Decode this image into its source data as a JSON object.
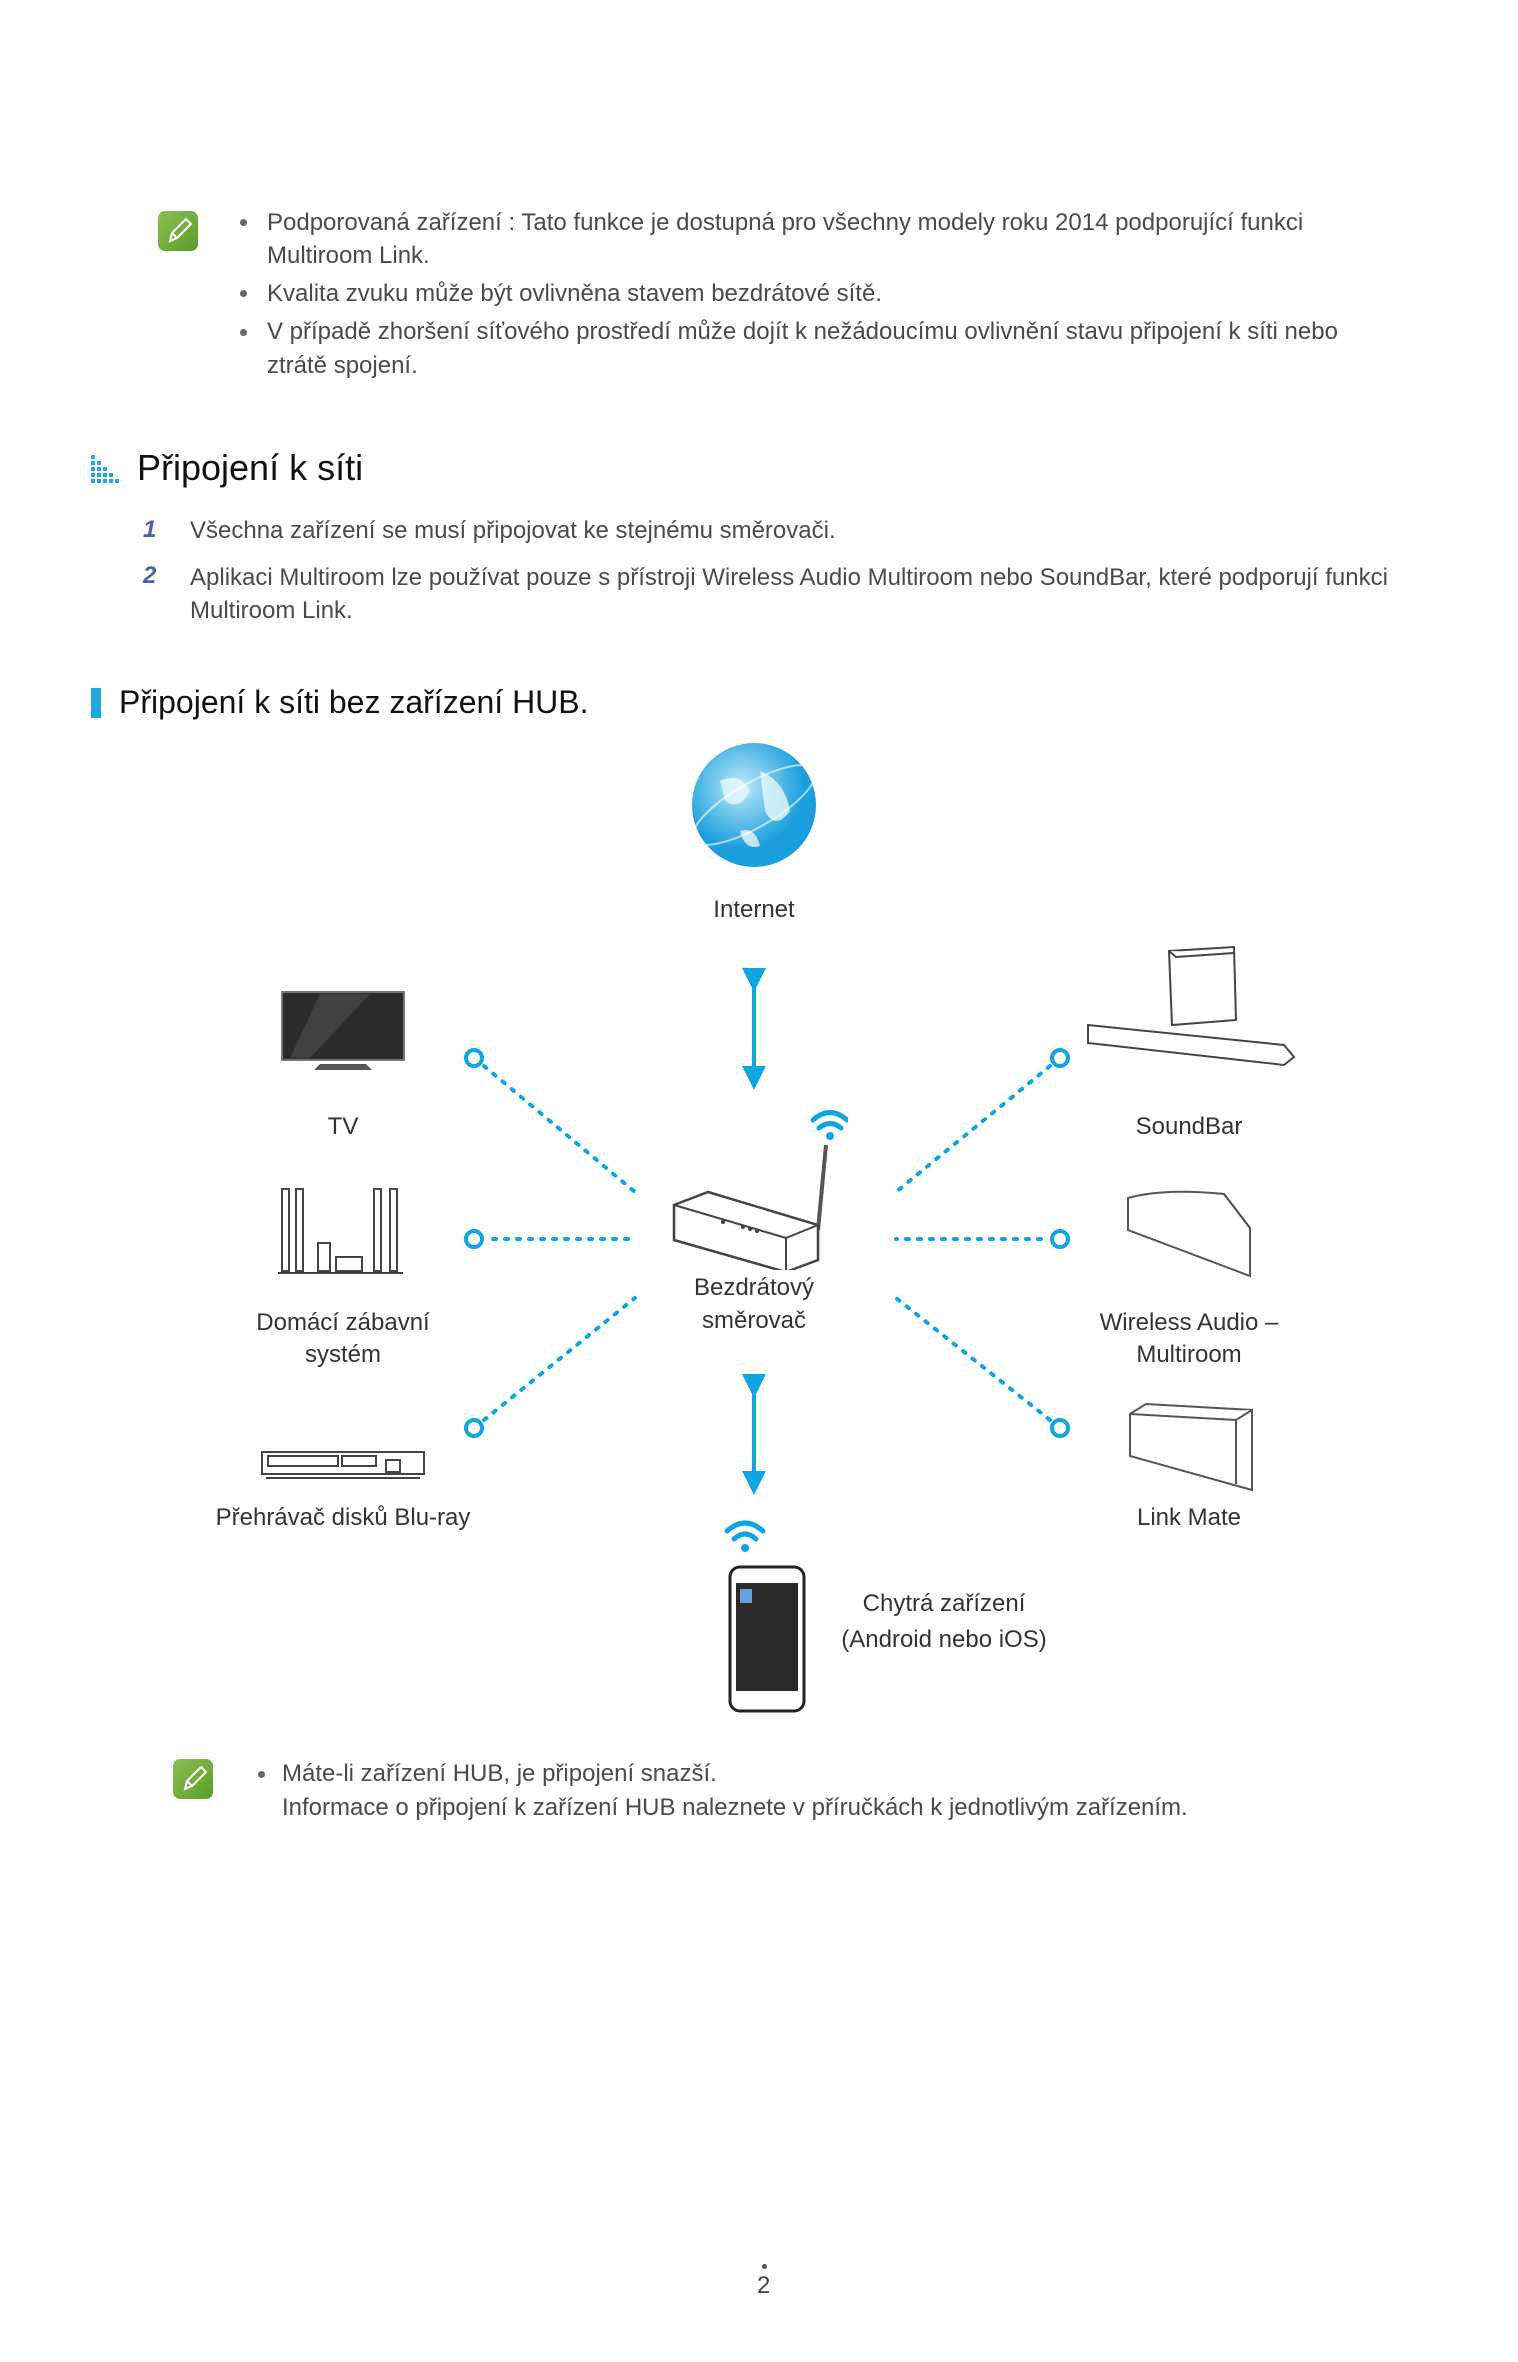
{
  "note1": {
    "icon": "note-pencil-icon",
    "bullets": [
      [
        "Podporovaná zařízení : Tato funkce je dostupná pro všechny modely roku 2014 podporující funkci",
        "Multiroom Link."
      ],
      [
        "Kvalita zvuku může být ovlivněna stavem bezdrátové sítě."
      ],
      [
        "V případě zhoršení síťového prostředí může dojít k nežádoucímu ovlivnění stavu připojení k síti nebo",
        "ztrátě spojení."
      ]
    ]
  },
  "section": {
    "title": "Připojení k síti",
    "steps": [
      {
        "num": "1",
        "lines": [
          "Všechna zařízení se musí připojovat ke stejnému směrovači."
        ]
      },
      {
        "num": "2",
        "lines": [
          "Aplikaci Multiroom lze používat pouze s přístroji Wireless Audio Multiroom nebo SoundBar, které podporují funkci",
          "Multiroom Link."
        ]
      }
    ]
  },
  "subsection": {
    "title": "Připojení k síti bez zařízení HUB."
  },
  "diagram": {
    "internet": "Internet",
    "router": [
      "Bezdrátový",
      "směrovač"
    ],
    "tv": "TV",
    "home_theater": [
      "Domácí zábavní",
      "systém"
    ],
    "bluray": "Přehrávač disků Blu-ray",
    "soundbar": "SoundBar",
    "wireless_audio": [
      "Wireless Audio –",
      "Multiroom"
    ],
    "link_mate": "Link Mate",
    "smart_device": [
      "Chytrá zařízení",
      "(Android nebo iOS)"
    ],
    "accent": "#0ea5e0"
  },
  "note2": {
    "lines": [
      "Máte-li zařízení HUB, je připojení snazší.",
      "Informace o připojení k zařízení HUB naleznete v příručkách k jednotlivým zařízením."
    ]
  },
  "page_number": "2"
}
